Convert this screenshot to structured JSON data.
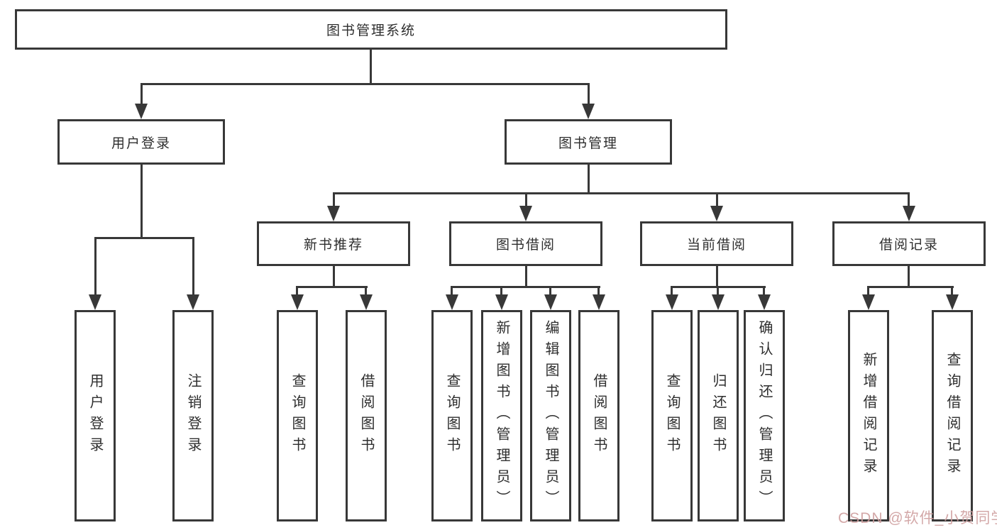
{
  "tree": {
    "root": "图书管理系统",
    "login": {
      "label": "用户登录",
      "children": [
        "用户登录",
        "注销登录"
      ]
    },
    "mgmt": {
      "label": "图书管理",
      "sections": [
        {
          "label": "新书推荐",
          "children": [
            "查询图书",
            "借阅图书"
          ]
        },
        {
          "label": "图书借阅",
          "children": [
            "查询图书",
            "新增图书（管理员）",
            "编辑图书（管理员）",
            "借阅图书"
          ]
        },
        {
          "label": "当前借阅",
          "children": [
            "查询图书",
            "归还图书",
            "确认归还（管理员）"
          ]
        },
        {
          "label": "借阅记录",
          "children": [
            "新增借阅记录",
            "查询借阅记录"
          ]
        }
      ]
    }
  },
  "watermark": {
    "text": "CSDN @软件_小贺同学",
    "color": "#cf9f9f"
  },
  "colors": {
    "line": "#383838",
    "text": "#2e2e2e",
    "background": "#ffffff",
    "box_fill": "#ffffff"
  }
}
